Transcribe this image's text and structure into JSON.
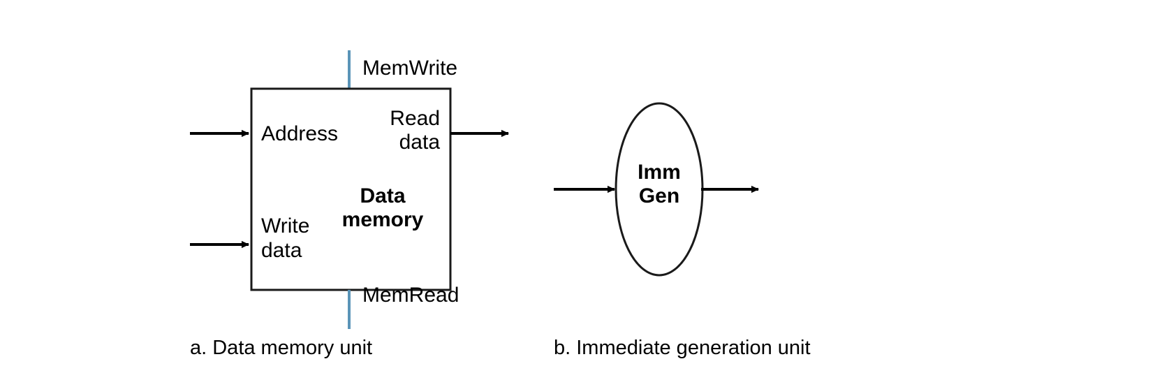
{
  "figure": {
    "background_color": "#ffffff",
    "line_color": "#000000",
    "outline_color": "#1a1a1a",
    "control_signal_color": "#5a94b8"
  },
  "data_memory_unit": {
    "block_title_line1": "Data",
    "block_title_line2": "memory",
    "ports": {
      "address": "Address",
      "write_data_line1": "Write",
      "write_data_line2": "data",
      "read_data_line1": "Read",
      "read_data_line2": "data"
    },
    "control_signals": {
      "top": "MemWrite",
      "bottom": "MemRead"
    },
    "caption": "a. Data memory unit"
  },
  "immediate_generation_unit": {
    "block_title_line1": "Imm",
    "block_title_line2": "Gen",
    "caption": "b. Immediate generation unit"
  }
}
